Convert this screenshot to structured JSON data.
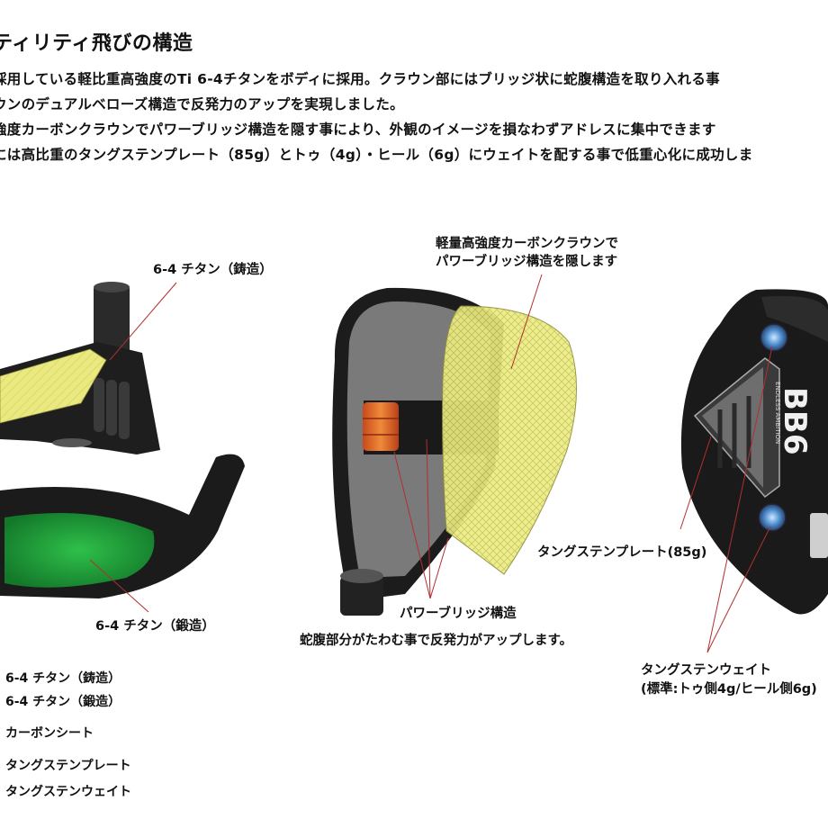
{
  "header": {
    "title": "ティリティ飛びの構造",
    "lines": [
      "採用している軽比重高強度のTi 6-4チタンをボディに採用。クラウン部にはブリッジ状に蛇腹構造を取り入れる事",
      "ウンのデュアルベローズ構造で反発力のアップを実現しました。",
      "強度カーボンクラウンでパワーブリッジ構造を隠す事により、外観のイメージを損なわずアドレスに集中できます",
      "には高比重のタングステンプレート（85g）とトゥ（4g）・ヒール（6g）にウェイトを配する事で低重心化に成功しま"
    ]
  },
  "labels": {
    "cast_titanium": "6-4 チタン（鋳造）",
    "forged_titanium": "6-4 チタン（鍛造）",
    "carbon_crown_line1": "軽量高強度カーボンクラウンで",
    "carbon_crown_line2": "パワーブリッジ構造を隠します",
    "power_bridge": "パワーブリッジ構造",
    "bellows_note": "蛇腹部分がたわむ事で反発力がアップします。",
    "tungsten_plate": "タングステンプレート(85g)",
    "tungsten_weight_line1": "タングステンウェイト",
    "tungsten_weight_line2": "(標準:トゥ側4g/ヒール側6g)",
    "sole_brand": "BB6",
    "sole_sub": "ENDLESS AMBITION"
  },
  "legend": [
    {
      "label": "6-4 チタン（鋳造）",
      "color": "#e4e47a"
    },
    {
      "label": "6-4 チタン（鍛造）",
      "color": "#1f9a3a"
    },
    {
      "label": "カーボンシート",
      "color": "#777777"
    },
    {
      "label": "タングステンプレート",
      "color": "#9a9a9a"
    },
    {
      "label": "タングステンウェイト",
      "color": "#5aa0d8"
    }
  ],
  "colors": {
    "cast_yellow": "#e8e87e",
    "forged_green": "#1fa83c",
    "body_black": "#1a1a1a",
    "leader_red": "#b03030",
    "bellows_orange": "#d2541e"
  }
}
